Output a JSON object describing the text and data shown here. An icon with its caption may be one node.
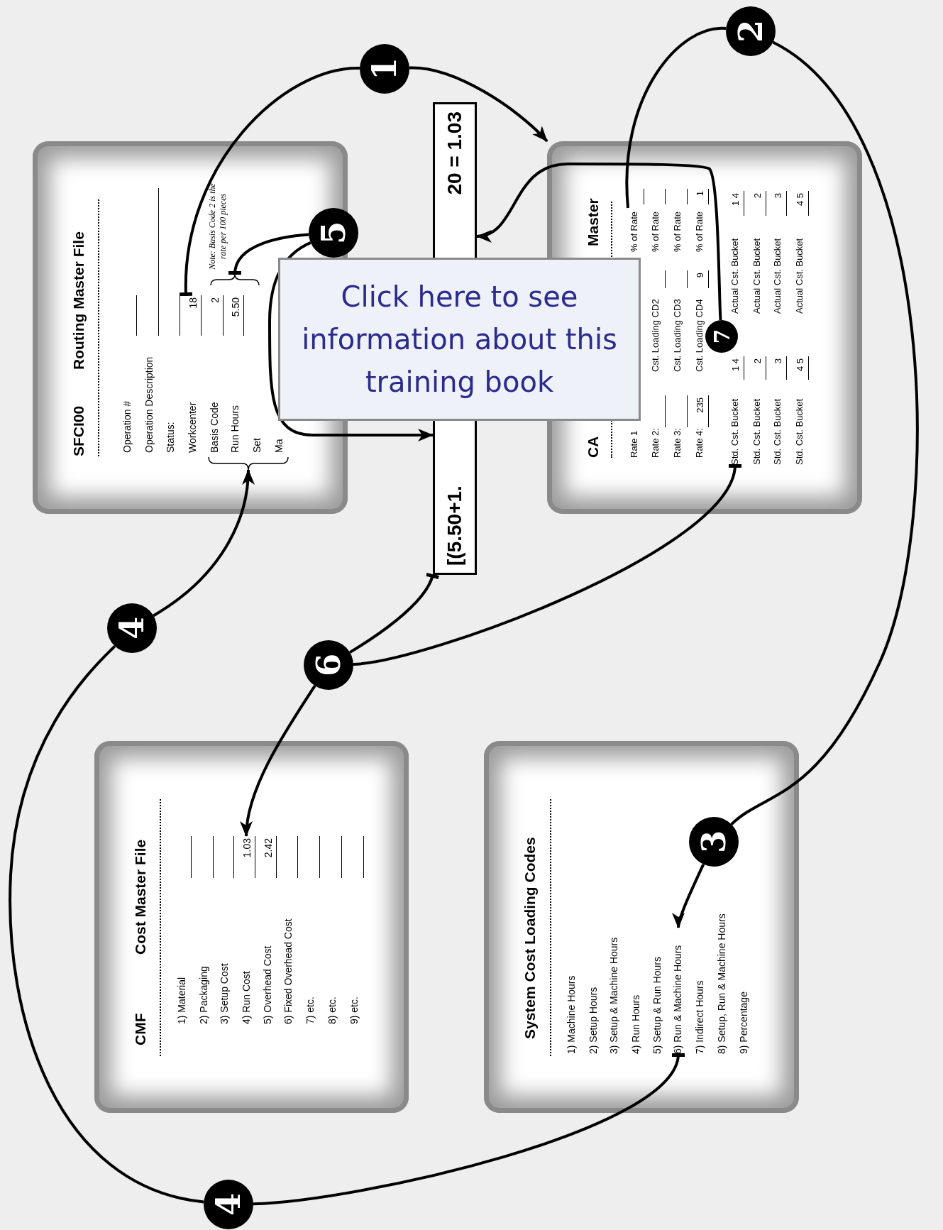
{
  "diagram": {
    "nodes": [
      {
        "text": [
          "SFCI00",
          "Routing Master File",
          "Operation #",
          "Operation Description",
          "Status:",
          "Workcenter",
          "Basis Code",
          "2",
          "Run Hours",
          "5.50",
          "Set",
          "Ma",
          "Note: Basis Code 2 is the rate per 100 pieces"
        ]
      },
      {
        "text": [
          "18"
        ],
        "in": 0
      },
      {
        "text": [],
        "shape": "brace",
        "in": 0
      },
      {
        "text": [],
        "shape": "brace",
        "in": 0
      },
      {
        "text": [
          "CA",
          "Master",
          "Rate 1",
          "Rate 2:",
          "Cst. Loading CD2",
          "% of Rate",
          "Rate 3:",
          "Cst. Loading CD3",
          "% of Rate",
          "Rate 4:",
          "235",
          "Cst. Loading CD4",
          "9",
          "% of Rate",
          "1",
          "1 4",
          "Actual Cst. Bucket",
          "1 4",
          "Std. Cst. Bucket",
          "2",
          "Actual Cst. Bucket",
          "2",
          "Std. Cst. Bucket",
          "3",
          "Actual Cst. Bucket",
          "3",
          "Std. Cst. Bucket",
          "4 5",
          "Actual Cst. Bucket",
          "4 5"
        ]
      },
      {
        "text": [
          "% of Rate"
        ],
        "in": 4
      },
      {
        "text": [
          "Std. Cst. Bucket"
        ],
        "in": 4
      },
      {
        "text": [
          "[(5.50+1."
        ]
      },
      {
        "text": [
          "Click here to see information about this training book"
        ]
      },
      {
        "text": [
          "CMF",
          "Cost Master File",
          "1) Material",
          "2) Packaging",
          "3) Setup Cost",
          "4) Run Cost",
          "5) Overhead Cost",
          "6) Fixed Overhead Cost",
          "7) etc.",
          "8) etc.",
          "9) etc.",
          "2.42"
        ]
      },
      {
        "text": [
          "1.03"
        ],
        "in": 9
      },
      {
        "text": [
          "System Cost Loading Codes",
          "1) Machine Hours",
          "2) Setup Hours",
          "3) Setup & Machine Hours",
          "4) Run Hours",
          "5) Setup & Run Hours",
          "7) Indirect Hours",
          "8) Setup, Run & Machine Hours",
          "9) Percentage"
        ]
      },
      {
        "text": [
          "6) Run & Machine Hours"
        ],
        "in": 11
      },
      {
        "text": [
          "1"
        ]
      },
      {
        "text": [
          "2"
        ]
      },
      {
        "text": [
          "3"
        ],
        "in": 11
      },
      {
        "text": [
          "4"
        ]
      },
      {
        "text": [
          "4"
        ]
      },
      {
        "text": [
          "5"
        ]
      },
      {
        "text": [
          "6"
        ]
      },
      {
        "text": [
          "7"
        ],
        "in": 4
      },
      {
        "text": [
          "20 = 1.03"
        ]
      }
    ],
    "edges": [
      {
        "from": 1,
        "to": 13,
        "arrow": "other"
      },
      {
        "from": 13,
        "to": 4,
        "arrow": "to"
      },
      {
        "from": 5,
        "to": 14,
        "arrow": "none"
      },
      {
        "from": 14,
        "to": 15,
        "arrow": "none"
      },
      {
        "from": 15,
        "to": 12,
        "arrow": "to"
      },
      {
        "from": 12,
        "to": 17,
        "arrow": "other"
      },
      {
        "from": 17,
        "to": 16,
        "arrow": "none"
      },
      {
        "from": 16,
        "to": 3,
        "arrow": "to"
      },
      {
        "from": 2,
        "to": 18,
        "arrow": "other"
      },
      {
        "from": 18,
        "to": 7,
        "arrow": "to"
      },
      {
        "from": 20,
        "to": 21,
        "arrow": "to"
      },
      {
        "from": 7,
        "to": 19,
        "arrow": "other"
      },
      {
        "from": 6,
        "to": 19,
        "arrow": "other"
      },
      {
        "from": 19,
        "to": 10,
        "arrow": "to"
      }
    ]
  }
}
